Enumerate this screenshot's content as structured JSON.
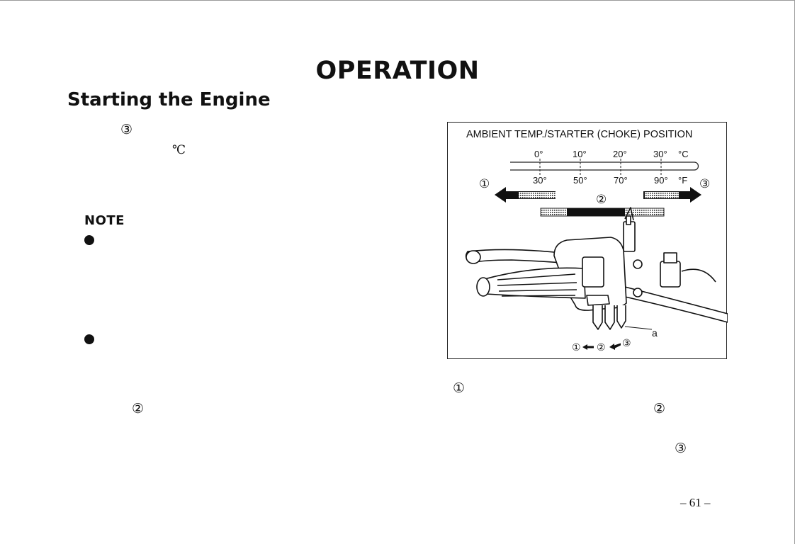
{
  "header": {
    "section_title": "OPERATION",
    "page_title": "Starting the Engine"
  },
  "body": {
    "marker_3_intro": "③",
    "celsius_symbol": "℃",
    "note_label": "NOTE",
    "marker_2_body": "②"
  },
  "figure": {
    "caption": "AMBIENT TEMP./STARTER (CHOKE) POSITION",
    "celsius_ticks": [
      "0°",
      "10°",
      "20°",
      "30°"
    ],
    "celsius_unit": "°C",
    "fahrenheit_ticks": [
      "30°",
      "50°",
      "70°",
      "90°"
    ],
    "fahrenheit_unit": "°F",
    "position_1": "①",
    "position_2": "②",
    "position_3": "③",
    "lever_label": "a",
    "bottom_sequence": [
      "①",
      "②",
      "③"
    ]
  },
  "right_column": {
    "marker_1": "①",
    "marker_2": "②",
    "marker_3": "③"
  },
  "footer": {
    "page_number": "– 61 –"
  }
}
